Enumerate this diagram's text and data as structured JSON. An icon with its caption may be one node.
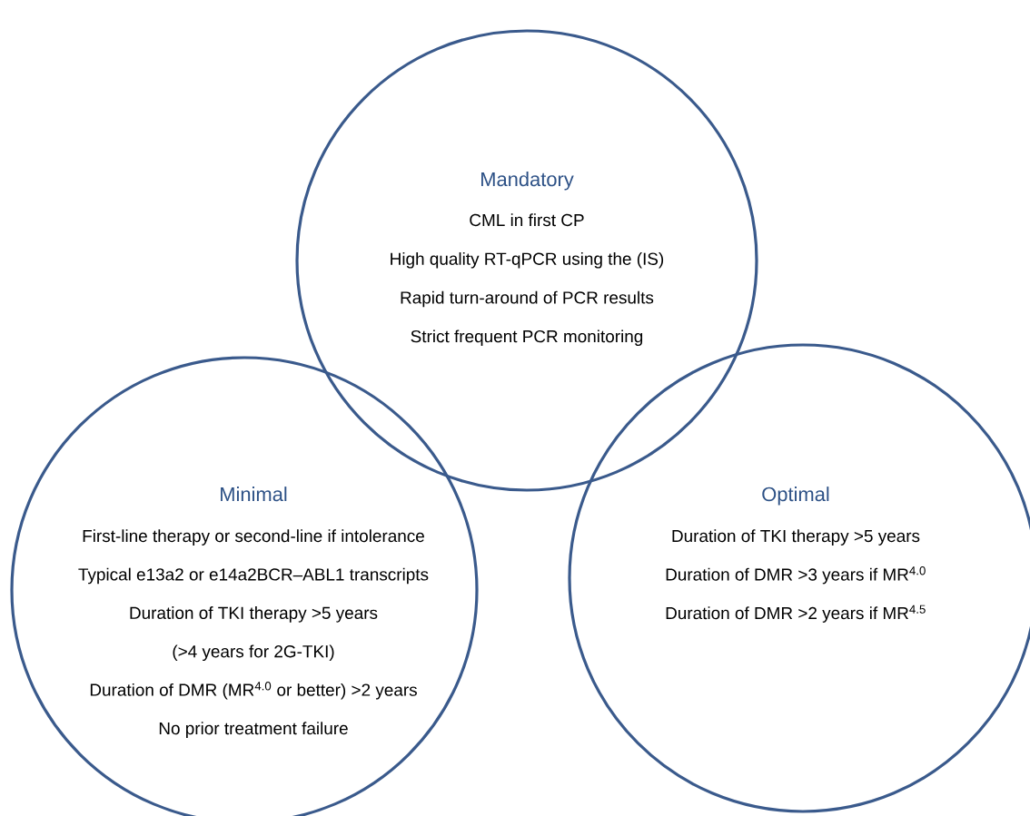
{
  "diagram": {
    "nodes": [
      {
        "text": [
          "Mandatory",
          "CML in first CP",
          "High quality RT-qPCR using the (IS)",
          "Rapid turn-around of PCR results",
          "Strict frequent PCR monitoring"
        ]
      },
      {
        "text": [
          "Minimal",
          "First-line therapy or second-line if intolerance",
          "Typical e13a2 or e14a2BCR–ABL1 transcripts",
          "Duration of TKI therapy >5 years",
          "(>4 years for 2G-TKI)",
          "Duration of DMR (MR$^{4.0}$ or better) >2 years",
          "No prior treatment failure"
        ]
      },
      {
        "text": [
          "Optimal",
          "Duration of TKI therapy >5 years",
          "Duration of DMR >3 years if MR$^{4.0}$",
          "Duration of DMR >2 years if MR$^{4.5}$"
        ]
      }
    ]
  }
}
